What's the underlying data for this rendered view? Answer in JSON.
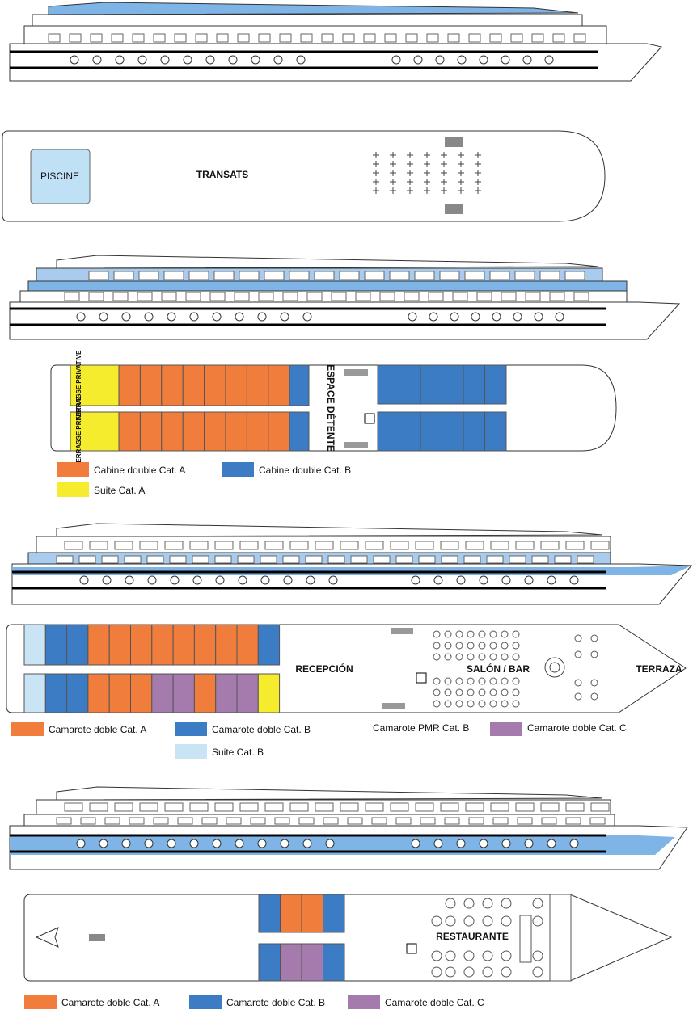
{
  "colors": {
    "cat_a": "#F07D3C",
    "cat_b": "#3C7CC4",
    "cat_c": "#A57BAE",
    "suite_a": "#F5EC2E",
    "suite_b": "#C9E4F5",
    "pool": "#BFE0F5",
    "hull_blue": "#7FB4E6",
    "stroke": "#333333"
  },
  "sun_deck": {
    "pool_label": "PISCINE",
    "loungers_label": "TRANSATS"
  },
  "upper_deck": {
    "terrace_label_1": "TERRASSE PRIVATIVE",
    "terrace_label_2": "TERRASSE PRIVATIVE",
    "lounge_label": "ESPACE DÉTENTE",
    "legend": [
      {
        "label": "Cabine double Cat. A",
        "color_key": "cat_a"
      },
      {
        "label": "Cabine double Cat. B",
        "color_key": "cat_b"
      },
      {
        "label": "Suite Cat. A",
        "color_key": "suite_a"
      }
    ]
  },
  "main_deck": {
    "reception_label": "RECEPCIÓN",
    "salon_label": "SALÓN / BAR",
    "terrace_label": "TERRAZA",
    "legend": [
      {
        "label": "Camarote doble Cat. A",
        "color_key": "cat_a"
      },
      {
        "label": "Camarote doble Cat. B",
        "color_key": "cat_b"
      },
      {
        "label": "Camarote PMR Cat. B",
        "color_key": ""
      },
      {
        "label": "Camarote doble Cat. C",
        "color_key": "cat_c"
      },
      {
        "label": "Suite Cat. B",
        "color_key": "suite_b"
      }
    ]
  },
  "lower_deck": {
    "restaurant_label": "RESTAURANTE",
    "legend": [
      {
        "label": "Camarote doble Cat. A",
        "color_key": "cat_a"
      },
      {
        "label": "Camarote doble Cat. B",
        "color_key": "cat_b"
      },
      {
        "label": "Camarote doble Cat. C",
        "color_key": "cat_c"
      }
    ]
  }
}
